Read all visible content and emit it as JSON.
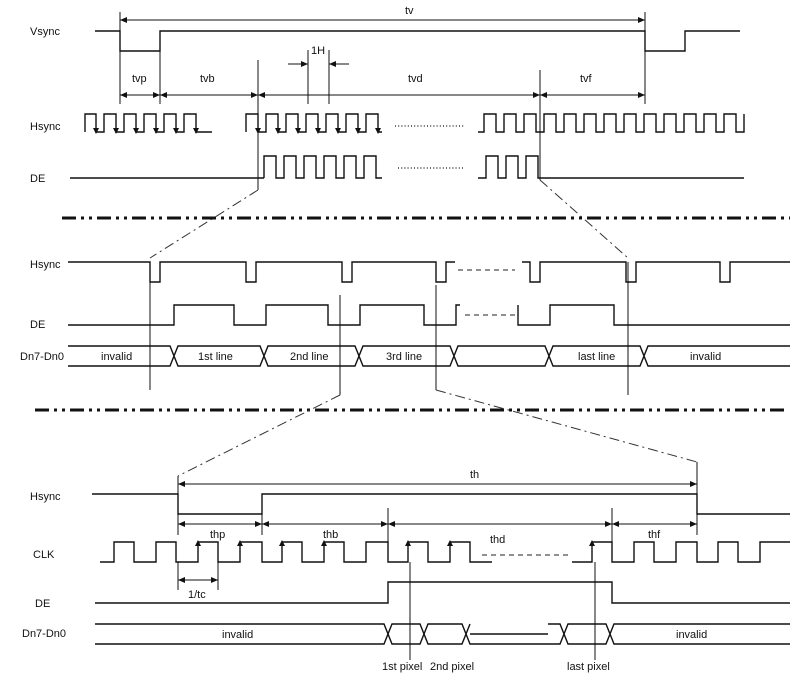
{
  "signals": {
    "vsync": "Vsync",
    "hsync_top": "Hsync",
    "de_top": "DE",
    "hsync_mid": "Hsync",
    "de_mid": "DE",
    "data_mid": "Dn7-Dn0",
    "hsync_bottom": "Hsync",
    "clk": "CLK",
    "de_bottom": "DE",
    "data_bottom": "Dn7-Dn0"
  },
  "timing_labels": {
    "tv": "tv",
    "tvp": "tvp",
    "tvb": "tvb",
    "one_h": "1H",
    "tvd": "tvd",
    "tvf": "tvf",
    "th": "th",
    "thp": "thp",
    "thb": "thb",
    "thd": "thd",
    "thf": "thf",
    "one_over_tc": "1/tc"
  },
  "data_cells_mid": [
    "invalid",
    "1st line",
    "2nd line",
    "3rd line",
    "",
    "last line",
    "invalid"
  ],
  "data_cells_bottom": [
    "invalid",
    "invalid"
  ],
  "pixel_labels": [
    "1st pixel",
    "2nd pixel",
    "last pixel"
  ]
}
